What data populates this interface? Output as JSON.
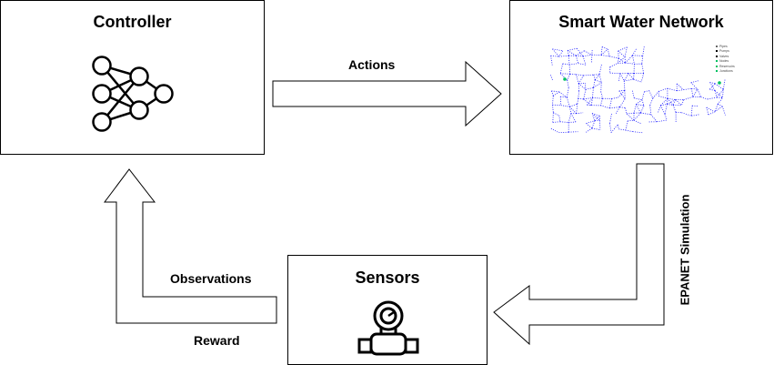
{
  "controller": {
    "title": "Controller",
    "icon": "neural-network-icon"
  },
  "network": {
    "title": "Smart Water Network",
    "icon": "water-network-map",
    "legend": [
      "Pipes",
      "Pumps",
      "Valves",
      "Nodes",
      "Reservoirs",
      "Junctions"
    ]
  },
  "sensors": {
    "title": "Sensors",
    "icon": "water-meter-icon"
  },
  "edges": {
    "actions": "Actions",
    "simulation": "EPANET Simulation",
    "observations": "Observations",
    "reward": "Reward"
  },
  "colors": {
    "network_nodes": "#1a1aff",
    "stroke": "#000000",
    "legend_green": "#00c060"
  }
}
